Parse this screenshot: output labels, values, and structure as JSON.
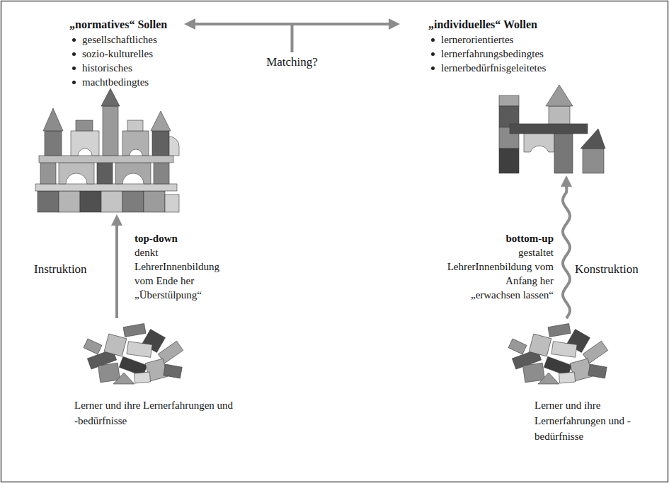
{
  "diagram": {
    "nodes": [
      {
        "text": [
          "„normatives“ Sollen",
          "gesellschaftliches",
          "sozio-kulturelles",
          "historisches",
          "machtbedingtes"
        ]
      },
      {
        "text": [
          "„individuelles“ Wollen",
          "lernerorientiertes",
          "lernerfahrungsbedingtes",
          "lernerbedürfnisgeleitetes"
        ]
      },
      {
        "text": [
          "Lerner und ihre Lernerfahrungen und -bedürfnisse"
        ]
      },
      {
        "text": [
          "Lerner und ihre Lernerfahrungen und -bedürfnisse"
        ]
      }
    ],
    "edges": [
      {
        "from": 0,
        "to": 1,
        "arrow": "both",
        "label": "Matching?"
      },
      {
        "from": 2,
        "to": 0,
        "arrow": "to"
      },
      {
        "from": 3,
        "to": 1,
        "arrow": "to"
      }
    ],
    "labels": [
      "Instruktion",
      "top-down",
      "denkt LehrerInnenbildung vom Ende her",
      "„Überstülpung“",
      "bottom-up",
      "gestaltet LehrerInnenbildung vom Anfang her",
      "„erwachsen lassen“",
      "Konstruktion"
    ]
  }
}
